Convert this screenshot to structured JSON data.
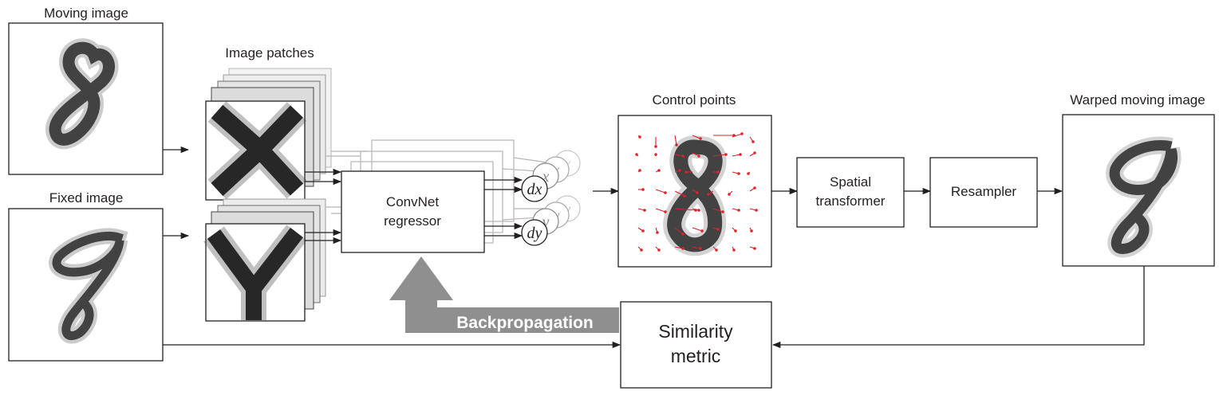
{
  "labels": {
    "moving_image": "Moving image",
    "fixed_image": "Fixed image",
    "image_patches": "Image patches",
    "convnet_line1": "ConvNet",
    "convnet_line2": "regressor",
    "dx": "dx",
    "dy": "dy",
    "control_points": "Control points",
    "spatial_line1": "Spatial",
    "spatial_line2": "transformer",
    "resampler": "Resampler",
    "warped_moving_image": "Warped moving image",
    "similarity_line1": "Similarity",
    "similarity_line2": "metric",
    "backpropagation": "Backpropagation",
    "ghost_x": "x",
    "ghost_y": "y"
  },
  "colors": {
    "ink": "#231f20",
    "backprop_arrow": "#8f8f8f",
    "control_point": "#e0202a",
    "ghost": "#b5b5b5"
  }
}
